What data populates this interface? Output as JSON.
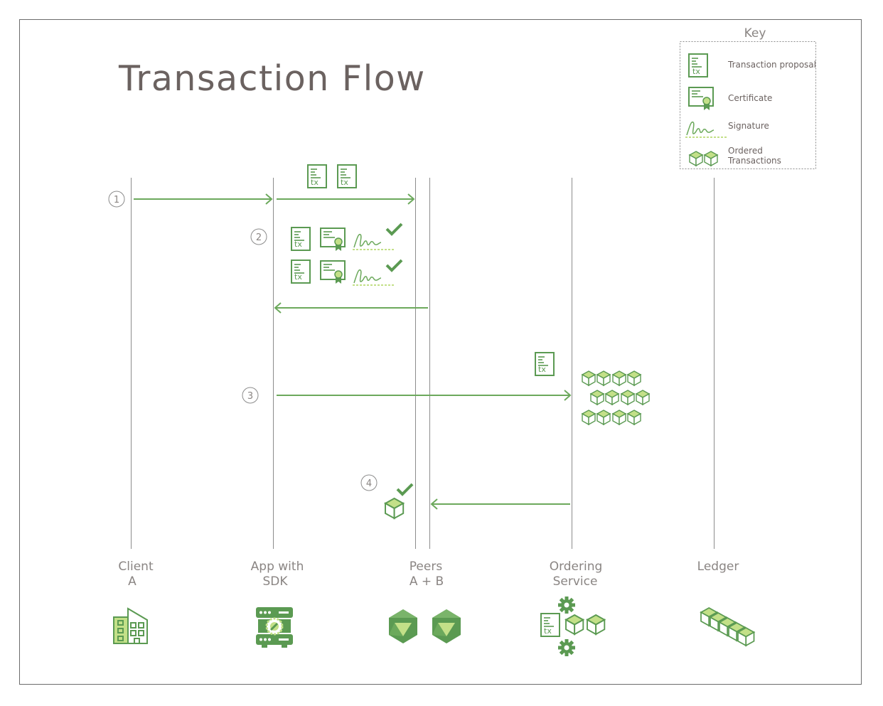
{
  "title": "Transaction Flow",
  "key": {
    "title": "Key",
    "items": [
      {
        "label": "Transaction proposal",
        "icon": "tx-document-icon"
      },
      {
        "label": "Certificate",
        "icon": "certificate-icon"
      },
      {
        "label": "Signature",
        "icon": "signature-icon"
      },
      {
        "label_line1": "Ordered",
        "label_line2": "Transactions",
        "icon": "ordered-transactions-icon"
      }
    ]
  },
  "doc_label": "tx",
  "steps": [
    "1",
    "2",
    "3",
    "4"
  ],
  "lanes": [
    {
      "line1": "Client",
      "line2": "A",
      "icon": "building-icon"
    },
    {
      "line1": "App with",
      "line2": "SDK",
      "icon": "server-sdk-icon"
    },
    {
      "line1": "Peers",
      "line2": "A + B",
      "icon": "peer-node-icons"
    },
    {
      "line1": "Ordering",
      "line2": "Service",
      "icon": "ordering-service-icon"
    },
    {
      "line1": "Ledger",
      "line2": "",
      "icon": "ledger-blocks-icon"
    }
  ],
  "colors": {
    "green_dark": "#5b9a52",
    "green_light": "#c3e088",
    "green_mid": "#6ca95c",
    "title_text": "#6b6260",
    "lane_text": "#8a8583",
    "line": "#8c8c8c"
  }
}
